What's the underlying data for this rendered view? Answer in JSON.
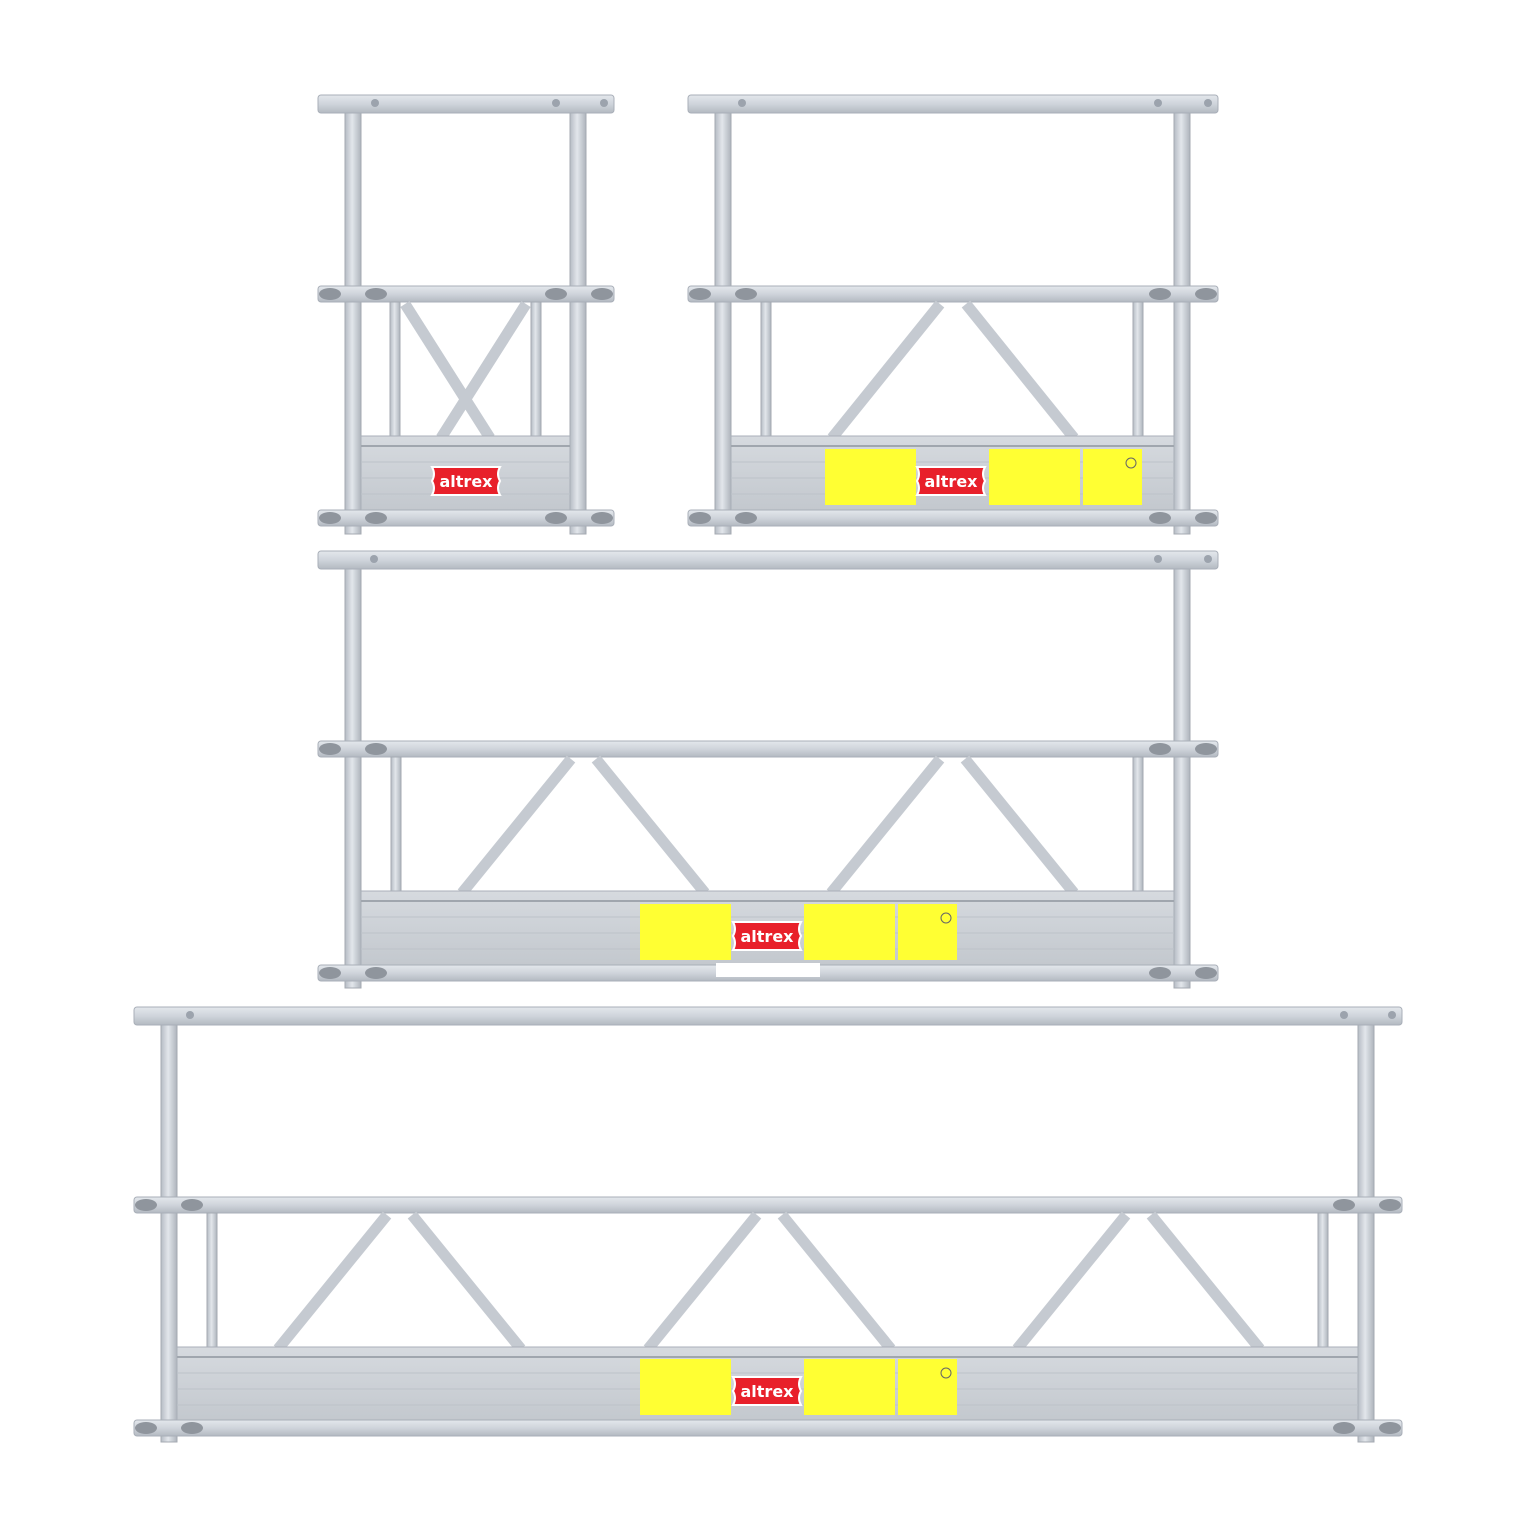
{
  "scene": {
    "description_label": "",
    "brand": {
      "logo_text": "altrex"
    },
    "colors": {
      "background": "#ffffff",
      "aluminium_light": "#d9dde3",
      "aluminium_mid": "#c7ccd3",
      "aluminium_edge": "#a9afb8",
      "clamp": "#8f959d",
      "kickboard": "#cfd4da",
      "kickboard_line": "#bcc2c9",
      "label_yellow": "#ffff33",
      "logo_red": "#e8202a"
    },
    "icons": [
      "altrex-logo-icon",
      "warning-label-icon",
      "clamp-icon"
    ],
    "frames": [
      {
        "id": "frame-small",
        "diagonal_bays": 1,
        "pattern": "x-brace",
        "has_labels": false
      },
      {
        "id": "frame-medium",
        "diagonal_bays": 1,
        "pattern": "v-truss",
        "has_labels": true
      },
      {
        "id": "frame-large",
        "diagonal_bays": 2,
        "pattern": "v-truss",
        "has_labels": true
      },
      {
        "id": "frame-xlarge",
        "diagonal_bays": 3,
        "pattern": "v-truss",
        "has_labels": true
      }
    ]
  }
}
